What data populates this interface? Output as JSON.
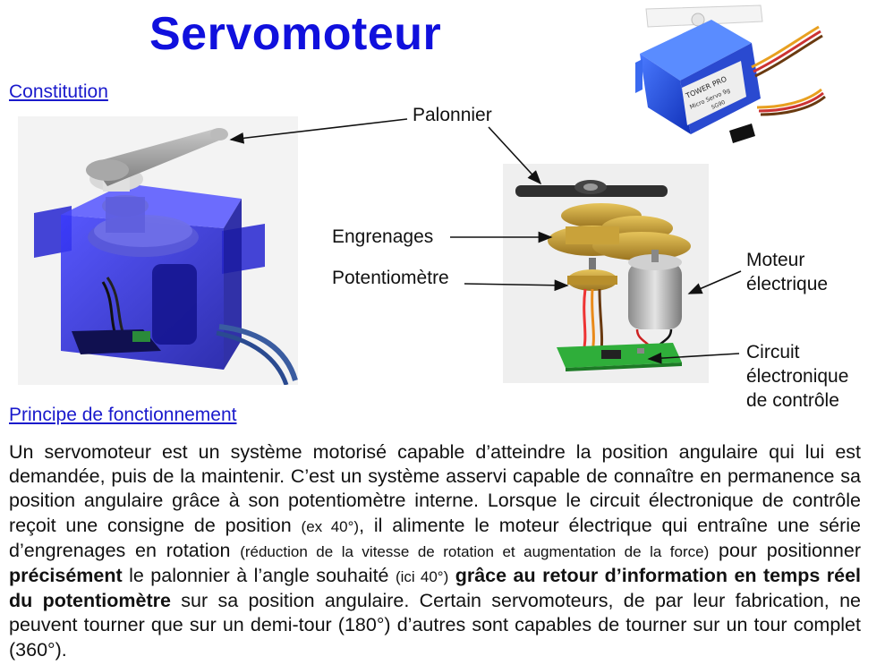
{
  "title": "Servomoteur",
  "links": {
    "constitution": "Constitution",
    "principe": "Principe de fonctionnement"
  },
  "labels": {
    "palonnier": "Palonnier",
    "engrenages": "Engrenages",
    "potentiometre": "Potentiomètre",
    "moteur_line1": "Moteur",
    "moteur_line2": "électrique",
    "circuit_line1": "Circuit",
    "circuit_line2": "électronique",
    "circuit_line3": "de contrôle"
  },
  "product_photo": {
    "brand_text": "TOWER PRO",
    "model_text": "Micro Servo 9g",
    "sub_text": "SG90"
  },
  "paragraph": {
    "s1": "Un servomoteur est un système motorisé capable d’atteindre la position angulaire qui lui est demandée, puis de la maintenir. C’est un système asservi capable de connaître en permanence sa position angulaire grâce à son potentiomètre interne. Lorsque le circuit électronique de contrôle reçoit une consigne de position ",
    "s2": "(ex 40°)",
    "s3": ", il alimente le moteur électrique qui entraîne une série d’engrenages en rotation ",
    "s4": "(réduction de la vitesse de rotation et augmentation de la force)",
    "s5": " pour positionner ",
    "s6": "précisément",
    "s7": " le palonnier à l’angle souhaité ",
    "s8": "(ici 40°)",
    "s9": " ",
    "s10": "grâce au retour d’information en temps réel du potentiomètre",
    "s11": " sur sa position angulaire. Certain servomoteurs, de par leur fabrication, ne peuvent tourner que sur un demi-tour (180°) d’autres sont capables de tourner sur un tour complet (360°)."
  },
  "colors": {
    "title": "#1010dd",
    "link": "#1a1acc",
    "servo_blue": "#2a2ad8",
    "gear_gold": "#c9a23a",
    "pcb_green": "#2fae3a"
  }
}
